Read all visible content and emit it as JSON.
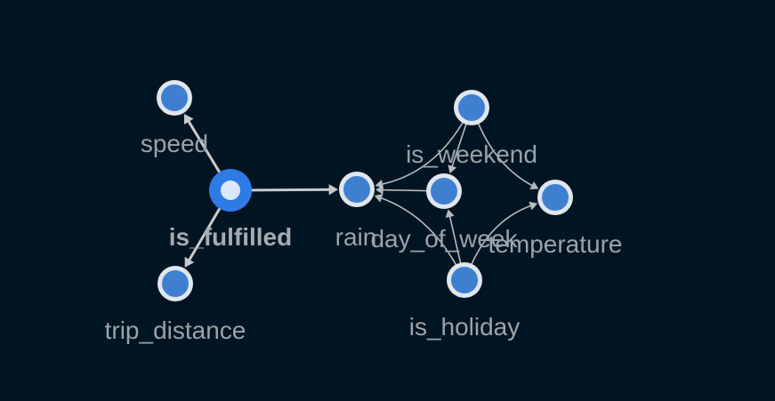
{
  "colors": {
    "background": "#011422",
    "edge": "#b7bbbd",
    "edge_selected": "#c8cacc",
    "node_fill": "#3f7fd0",
    "node_border": "#dfe6ec",
    "node_selected_fill": "#2f7be6",
    "node_selected_inner": "#dbe8fb",
    "label": "#9aa3a8",
    "label_selected": "#a4acb0"
  },
  "graph": {
    "selected_node": "is_fulfilled",
    "nodes": [
      {
        "id": "speed",
        "label": "speed"
      },
      {
        "id": "is_fulfilled",
        "label": "is_fulfilled"
      },
      {
        "id": "trip_distance",
        "label": "trip_distance"
      },
      {
        "id": "rain",
        "label": "rain"
      },
      {
        "id": "is_weekend",
        "label": "is_weekend"
      },
      {
        "id": "day_of_week",
        "label": "day_of_week"
      },
      {
        "id": "temperature",
        "label": "temperature"
      },
      {
        "id": "is_holiday",
        "label": "is_holiday"
      }
    ],
    "edges": [
      {
        "from": "is_fulfilled",
        "to": "speed"
      },
      {
        "from": "is_fulfilled",
        "to": "trip_distance"
      },
      {
        "from": "is_fulfilled",
        "to": "rain"
      },
      {
        "from": "is_weekend",
        "to": "rain"
      },
      {
        "from": "is_weekend",
        "to": "day_of_week"
      },
      {
        "from": "is_weekend",
        "to": "temperature"
      },
      {
        "from": "day_of_week",
        "to": "rain"
      },
      {
        "from": "is_holiday",
        "to": "rain"
      },
      {
        "from": "is_holiday",
        "to": "day_of_week"
      },
      {
        "from": "is_holiday",
        "to": "temperature"
      }
    ]
  }
}
